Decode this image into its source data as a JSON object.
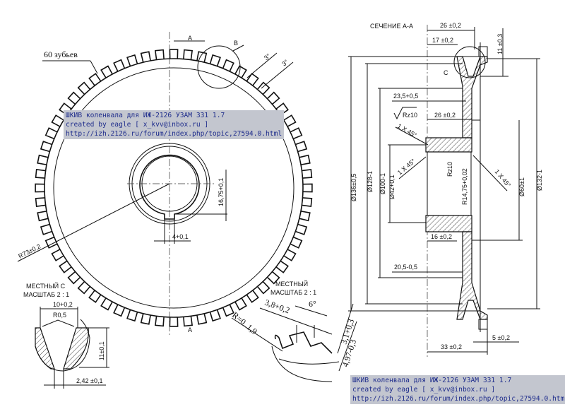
{
  "gear_view": {
    "teeth_label": "60 зубьев",
    "teeth_count": 60,
    "section_mark_top": "A",
    "section_mark_bottom": "A",
    "detail_mark_b": "B",
    "angle_1": "3°",
    "angle_2": "3°",
    "keyway_depth": "16,75+0,1",
    "keyway_width": "4+0,1",
    "outer_radius": "R73±0,2"
  },
  "detail_c": {
    "title_1": "МЕСТНЫЙ С",
    "title_2": "МАСШТАБ 2 : 1",
    "width": "10+0,2",
    "radius": "R0,5",
    "depth": "11±0,1",
    "bottom": "2,42 ±0,1"
  },
  "detail_b": {
    "title_1": "МЕСТНЫЙ",
    "title_2": "МАСШТАБ 2 : 1",
    "pitch": "3,8+0,2",
    "angle": "6°",
    "radius": "R=0..1,9",
    "tooth_height": "3,1+0,3",
    "depth": "4,97-0,3"
  },
  "section": {
    "title": "СЕЧЕНИЕ А-А",
    "dim_26_top": "26 ±0,2",
    "dim_11": "11 ±0,3",
    "dim_17": "17 ±0,2",
    "detail_mark_c": "C",
    "dim_23_5": "23,5+0,5",
    "rz_1": "Rz10",
    "dim_26_mid": "26 ±0,2",
    "chamfer_1": "1 X 45°",
    "chamfer_2": "1 X 45°",
    "rz_2": "Rz10",
    "bore_radius": "R14,75+0,02",
    "chamfer_3": "1 X 45°",
    "dia_136": "Ø136±0,5",
    "dia_128": "Ø128-1",
    "dia_100": "Ø100-1",
    "dia_42": "Ø42+0,1",
    "dia_60": "Ø60±1",
    "dia_132": "Ø132-1",
    "dim_16": "16 ±0,2",
    "dim_20_5": "20,5-0,5",
    "dim_5": "5 ±0,2",
    "dim_33": "33 ±0,2"
  },
  "watermark": {
    "line1": "ШКИВ коленвала для ИЖ-2126 УЗАМ 331 1.7",
    "line2": "created by eagle [ x_kvv@inbox.ru ]",
    "line3": "http://izh.2126.ru/forum/index.php/topic,27594.0.html"
  }
}
